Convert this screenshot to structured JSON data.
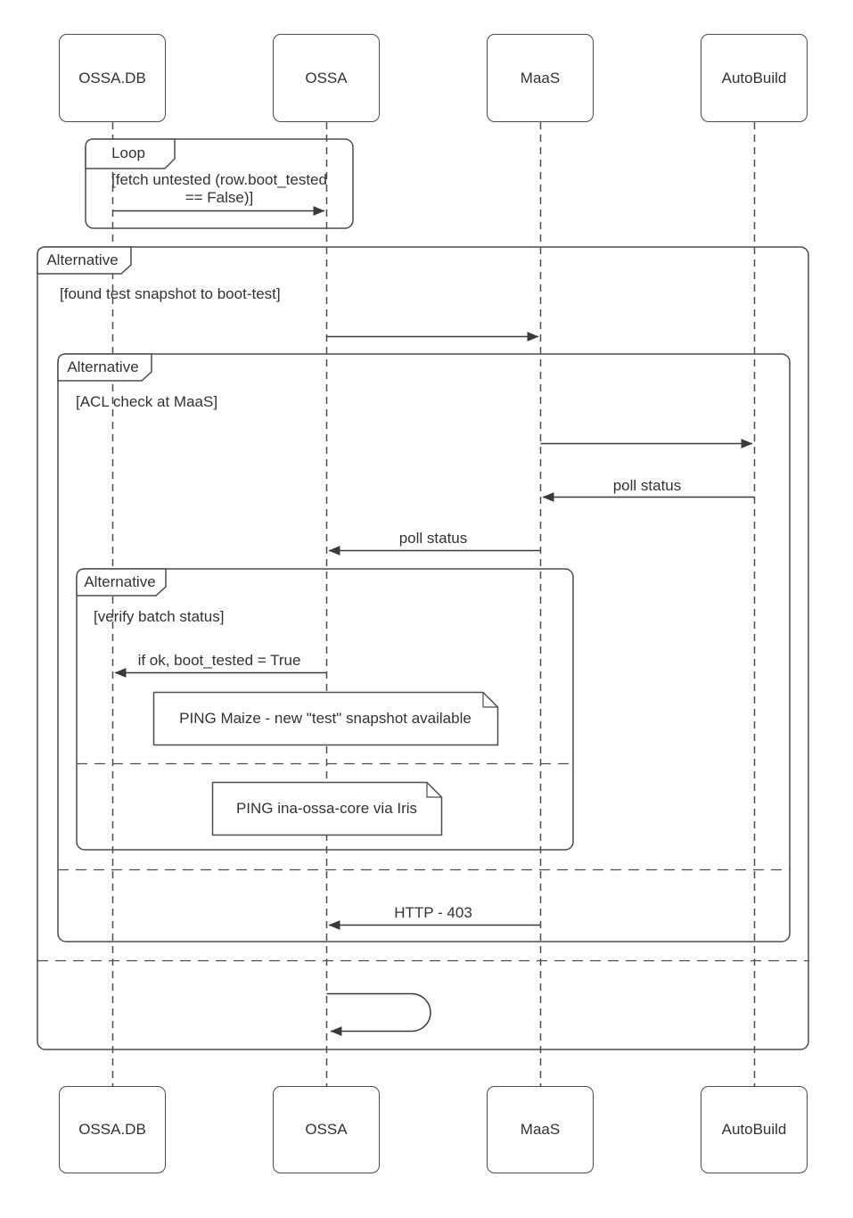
{
  "diagram": {
    "type": "uml-sequence-diagram",
    "colors": {
      "background": "#ffffff",
      "frame_stroke": "#4d4d4d",
      "arrow_stroke": "#3a3a3a",
      "text": "#333333",
      "shape_fill": "#ffffff"
    },
    "actors": [
      {
        "label": "OSSA.DB"
      },
      {
        "label": "OSSA"
      },
      {
        "label": "MaaS"
      },
      {
        "label": "AutoBuild"
      }
    ],
    "fragments": {
      "loop": {
        "label": "Loop",
        "condition": "[fetch untested (row.boot_tested == False)]"
      },
      "alt_outer": {
        "label": "Alternative",
        "condition": "[found test snapshot to boot-test]"
      },
      "alt_middle": {
        "label": "Alternative",
        "condition": "[ACL check at MaaS]"
      },
      "alt_inner": {
        "label": "Alternative",
        "condition": "[verify batch status]"
      }
    },
    "messages": [
      {
        "from": "OSSA.DB",
        "to": "OSSA",
        "label": "",
        "fragment": "loop"
      },
      {
        "from": "OSSA",
        "to": "MaaS",
        "label": "",
        "fragment": "alt_outer"
      },
      {
        "from": "MaaS",
        "to": "AutoBuild",
        "label": "",
        "fragment": "alt_middle"
      },
      {
        "from": "AutoBuild",
        "to": "MaaS",
        "label": "poll status",
        "fragment": "alt_middle"
      },
      {
        "from": "MaaS",
        "to": "OSSA",
        "label": "poll status",
        "fragment": "alt_middle"
      },
      {
        "from": "OSSA",
        "to": "OSSA.DB",
        "label": "if ok, boot_tested = True",
        "fragment": "alt_inner"
      },
      {
        "from": "MaaS",
        "to": "OSSA",
        "label": "HTTP - 403",
        "fragment": "alt_middle"
      },
      {
        "from": "OSSA",
        "to": "OSSA",
        "label": "",
        "type": "self-message",
        "fragment": "alt_outer"
      }
    ],
    "notes": [
      {
        "text": "PING Maize - new \"test\" snapshot available"
      },
      {
        "text": "PING ina-ossa-core via Iris"
      }
    ]
  }
}
